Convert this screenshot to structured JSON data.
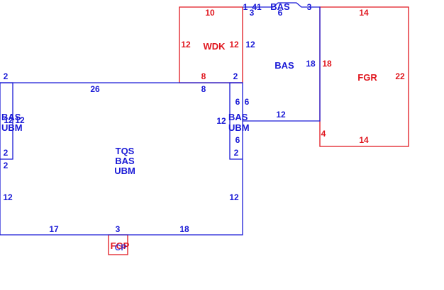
{
  "colors": {
    "blue": "#1a1ad6",
    "red": "#e0161e",
    "background": "#ffffff"
  },
  "areas": {
    "wdk": "WDK",
    "bas_upper": "BAS",
    "fgr": "FGR",
    "tqs_main": [
      "TQS",
      "BAS",
      "UBM"
    ],
    "bas_left": [
      "BAS",
      "UBM"
    ],
    "bas_right": [
      "BAS",
      "UBM"
    ],
    "bas_top_small": "BAS",
    "fgp": "FGP",
    "fgp_sub": "CP"
  },
  "dimensions": {
    "wdk_top": "10",
    "wdk_left": "12",
    "wdk_right": "12",
    "wdk_bottom": "8",
    "bas_top_left": "1",
    "bas_top_l2": "41",
    "bas_top_6": "6",
    "bas_top_3a": "3",
    "bas_top_3b": "3",
    "bas_right_side": "12",
    "bas_right_18": "18",
    "bas_bottom": "12",
    "fgr_top": "14",
    "fgr_left": "18",
    "fgr_right": "22",
    "fgr_left_low": "4",
    "fgr_bottom": "14",
    "main_top": "26",
    "main_top_right": "8",
    "main_top_left": "2",
    "main_top_right_small": "2",
    "left_wing_top": "12",
    "left_wing_top2": "12",
    "left_wing_side": "2",
    "left_wing_side2": "2",
    "right_wing_6a": "6",
    "right_wing_6b": "6",
    "right_wing_12": "12",
    "right_wing_6c": "6",
    "right_wing_2": "2",
    "main_left": "12",
    "main_right": "12",
    "main_bottom_17": "17",
    "main_bottom_3": "3",
    "main_bottom_18": "18"
  }
}
